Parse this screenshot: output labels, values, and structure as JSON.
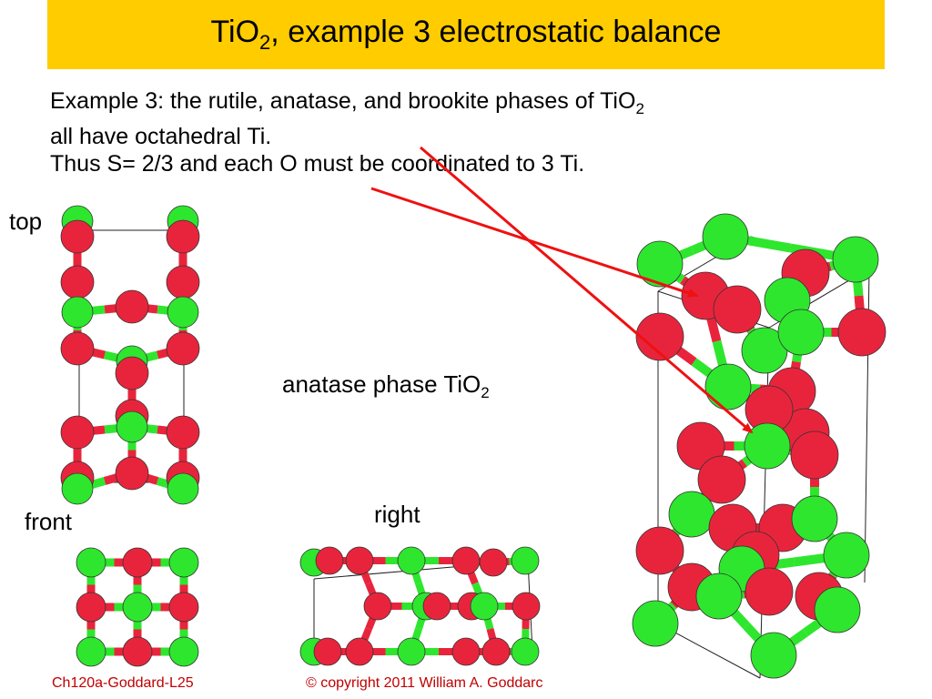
{
  "title": {
    "pre": "TiO",
    "sub": "2",
    "post": ", example 3 electrostatic balance"
  },
  "intro": {
    "line1_pre": "Example 3: the rutile, anatase, and brookite phases of TiO",
    "line1_sub": "2",
    "line2": "all have octahedral Ti.",
    "line3": "Thus S= 2/3 and each O must be coordinated to 3 Ti."
  },
  "labels": {
    "top": "top",
    "front": "front",
    "right": "right",
    "phase_pre": "anatase phase TiO",
    "phase_sub": "2"
  },
  "footer": {
    "course": "Ch120a-Goddard-L25",
    "copyright": "© copyright 2011 William A. Goddarc"
  },
  "colors": {
    "title_bg": "#ffcc00",
    "oxygen": "#e8243c",
    "titanium": "#2ee62e",
    "arrow": "#ee1111",
    "footer": "#c00000"
  }
}
